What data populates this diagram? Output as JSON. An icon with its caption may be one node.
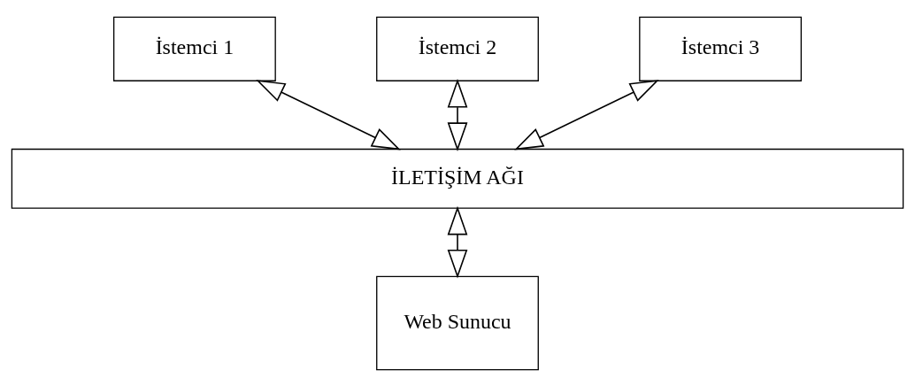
{
  "diagram": {
    "nodes": [
      {
        "text": [
          "İstemci 1"
        ]
      },
      {
        "text": [
          "İstemci 2"
        ]
      },
      {
        "text": [
          "İstemci 3"
        ]
      },
      {
        "text": [
          "İLETİŞİM AĞI"
        ]
      },
      {
        "text": [
          "Web Sunucu"
        ]
      }
    ],
    "edges": [
      {
        "from": 0,
        "to": 3,
        "arrow": "both"
      },
      {
        "from": 1,
        "to": 3,
        "arrow": "both"
      },
      {
        "from": 2,
        "to": 3,
        "arrow": "both"
      },
      {
        "from": 3,
        "to": 4,
        "arrow": "both"
      }
    ]
  }
}
